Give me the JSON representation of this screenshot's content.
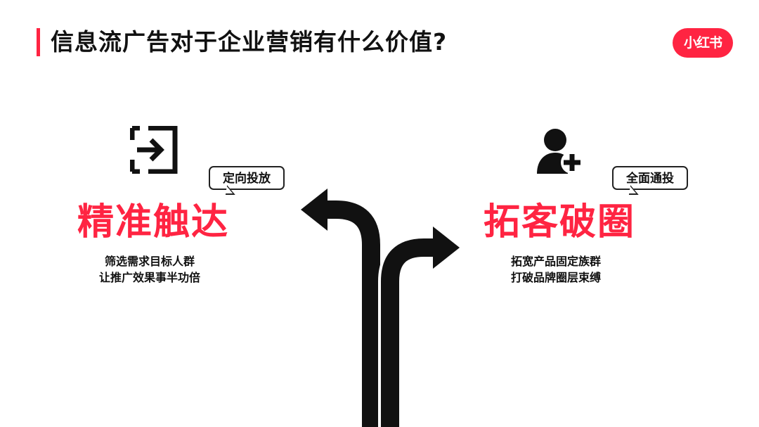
{
  "header": {
    "title": "信息流广告对于企业营销有什么价值?",
    "accent_color": "#ff2442"
  },
  "logo": {
    "text": "小红书",
    "color": "#ff2442"
  },
  "left_panel": {
    "icon": "enter-icon",
    "bubble": "定向投放",
    "headline": "精准触达",
    "lines": [
      "筛选需求目标人群",
      "让推广效果事半功倍"
    ]
  },
  "right_panel": {
    "icon": "add-user-icon",
    "bubble": "全面通投",
    "headline": "拓客破圈",
    "lines": [
      "拓宽产品固定族群",
      "打破品牌圈层束缚"
    ]
  },
  "center_graphic": {
    "icon": "fork-arrows-icon"
  }
}
